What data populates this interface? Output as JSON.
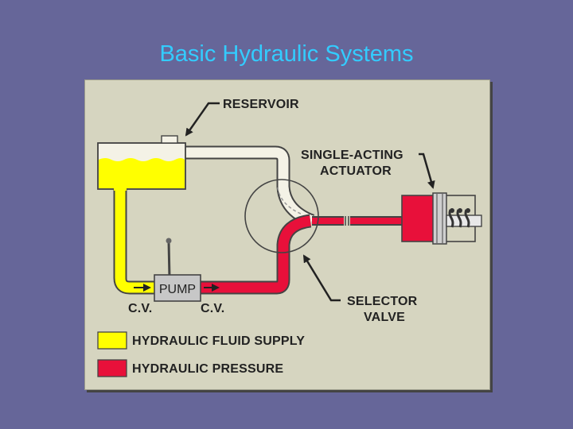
{
  "title": "Basic Hydraulic Systems",
  "labels": {
    "reservoir": "RESERVOIR",
    "actuator_line1": "SINGLE-ACTING",
    "actuator_line2": "ACTUATOR",
    "pump": "PUMP",
    "check_valve_left": "C.V.",
    "check_valve_right": "C.V.",
    "selector_line1": "SELECTOR",
    "selector_line2": "VALVE"
  },
  "legend": [
    {
      "label": "HYDRAULIC FLUID SUPPLY",
      "color": "#ffff00"
    },
    {
      "label": "HYDRAULIC PRESSURE",
      "color": "#e8103a"
    }
  ],
  "colors": {
    "background": "#666699",
    "title": "#33ccff",
    "panel": "#d6d5c0",
    "supply": "#ffff00",
    "pressure": "#e8103a",
    "return_line": "#f4f2e6"
  }
}
